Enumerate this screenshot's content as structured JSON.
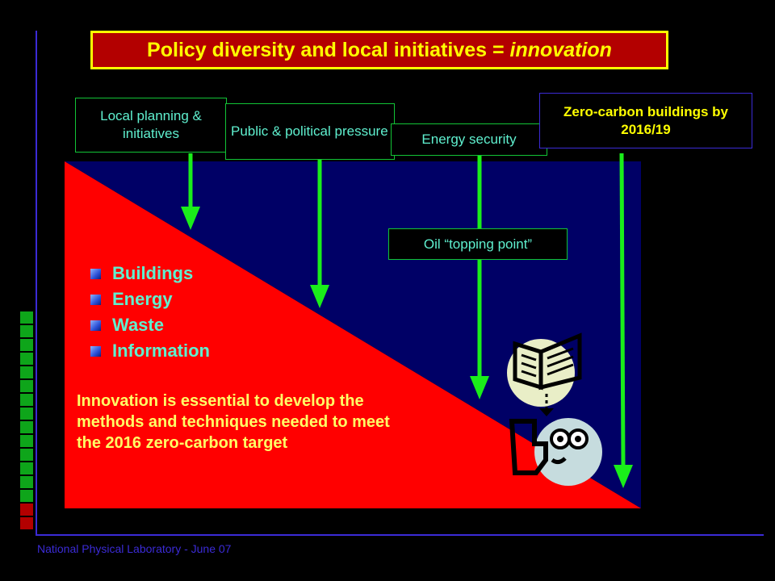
{
  "title": {
    "main": "Policy diversity and local initiatives = ",
    "emphasis": "innovation"
  },
  "drivers": [
    {
      "label": "Local planning & initiatives"
    },
    {
      "label": "Public & political pressure"
    },
    {
      "label": "Energy security"
    },
    {
      "label": "Zero-carbon buildings by 2016/19"
    }
  ],
  "oil_label": "Oil “topping point”",
  "bullets": [
    "Buildings",
    "Energy",
    "Waste",
    "Information"
  ],
  "paragraph": "Innovation is essential  to develop the methods and techniques needed to meet the 2016 zero-carbon target",
  "footer": "National Physical Laboratory - June 07",
  "colors": {
    "background": "#000000",
    "red_triangle": "#ff0000",
    "navy_triangle": "#000066",
    "arrow_green": "#1aee1a",
    "title_border": "#ffff00",
    "title_fill": "#b30000",
    "accent_blue": "#3b2bd6",
    "cyan_text": "#5ff0cf",
    "yellow_text": "#ffff66"
  },
  "icons": [
    "book-icon",
    "thinking-face-icon",
    "dotted-arrow-icon"
  ]
}
